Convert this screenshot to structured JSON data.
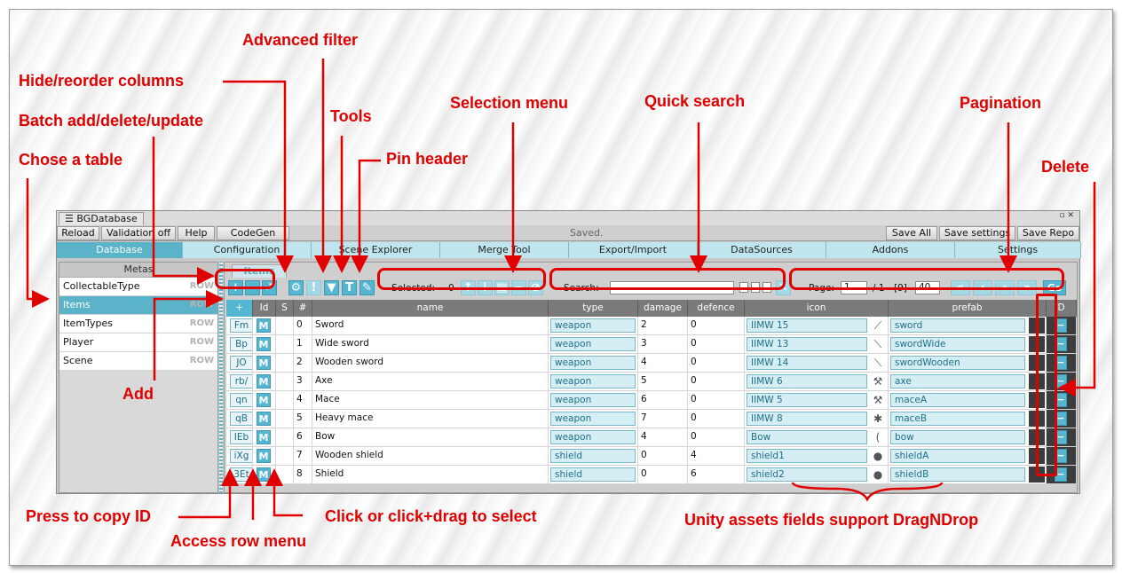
{
  "window": {
    "tab_title": "BGDatabase",
    "controls": "▫ ✕"
  },
  "toolbar": {
    "reload": "Reload",
    "validation": "Validation off",
    "help": "Help",
    "codegen": "CodeGen",
    "status": "Saved.",
    "save_all": "Save All",
    "save_settings": "Save settings",
    "save_repo": "Save Repo"
  },
  "tabs": [
    "Database",
    "Configuration",
    "Scene Explorer",
    "Merge Tool",
    "Export/Import",
    "DataSources",
    "Addons",
    "Settings"
  ],
  "metas": {
    "header": "Metas",
    "items": [
      {
        "label": "CollectableType",
        "tag": "ROW"
      },
      {
        "label": "Items",
        "tag": "ROW"
      },
      {
        "label": "ItemTypes",
        "tag": "ROW"
      },
      {
        "label": "Player",
        "tag": "ROW"
      },
      {
        "label": "Scene",
        "tag": "ROW"
      }
    ]
  },
  "table_tab": "Items",
  "selection": {
    "label": "Selected:",
    "count": "0"
  },
  "search": {
    "label": "Search:",
    "value": ""
  },
  "pagination": {
    "label": "Page:",
    "page": "1",
    "total": "/ 1",
    "count": "[9]",
    "page_size": "40",
    "go": "Go"
  },
  "columns": [
    "Id",
    "S",
    "#",
    "name",
    "type",
    "damage",
    "defence",
    "icon",
    "prefab",
    "D"
  ],
  "rows": [
    {
      "id": "Fm",
      "num": "0",
      "name": "Sword",
      "type": "weapon",
      "damage": "2",
      "defence": "0",
      "icon": "IIMW 15",
      "prefab": "sword",
      "glyph": "⟋"
    },
    {
      "id": "Bp",
      "num": "1",
      "name": "Wide sword",
      "type": "weapon",
      "damage": "3",
      "defence": "0",
      "icon": "IIMW 13",
      "prefab": "swordWide",
      "glyph": "⟍"
    },
    {
      "id": "JO",
      "num": "2",
      "name": "Wooden sword",
      "type": "weapon",
      "damage": "4",
      "defence": "0",
      "icon": "IIMW 14",
      "prefab": "swordWooden",
      "glyph": "⟍"
    },
    {
      "id": "rb/",
      "num": "3",
      "name": "Axe",
      "type": "weapon",
      "damage": "5",
      "defence": "0",
      "icon": "IIMW 6",
      "prefab": "axe",
      "glyph": "⚒"
    },
    {
      "id": "qn",
      "num": "4",
      "name": "Mace",
      "type": "weapon",
      "damage": "6",
      "defence": "0",
      "icon": "IIMW 5",
      "prefab": "maceA",
      "glyph": "⚒"
    },
    {
      "id": "qB",
      "num": "5",
      "name": "Heavy mace",
      "type": "weapon",
      "damage": "7",
      "defence": "0",
      "icon": "IIMW 8",
      "prefab": "maceB",
      "glyph": "✱"
    },
    {
      "id": "IEb",
      "num": "6",
      "name": "Bow",
      "type": "weapon",
      "damage": "4",
      "defence": "0",
      "icon": "Bow",
      "prefab": "bow",
      "glyph": "("
    },
    {
      "id": "iXg",
      "num": "7",
      "name": "Wooden shield",
      "type": "shield",
      "damage": "0",
      "defence": "4",
      "icon": "shield1",
      "prefab": "shieldA",
      "glyph": "●"
    },
    {
      "id": "3Et",
      "num": "8",
      "name": "Shield",
      "type": "shield",
      "damage": "0",
      "defence": "6",
      "icon": "shield2",
      "prefab": "shieldB",
      "glyph": "●"
    }
  ],
  "annotations": {
    "advanced_filter": "Advanced filter",
    "hide_reorder": "Hide/reorder columns",
    "batch": "Batch add/delete/update",
    "tools": "Tools",
    "selection_menu": "Selection menu",
    "quick_search": "Quick search",
    "pagination": "Pagination",
    "chose_table": "Chose a table",
    "pin_header": "Pin header",
    "delete": "Delete",
    "add": "Add",
    "copy_id": "Press to copy ID",
    "row_menu": "Access row menu",
    "click_select": "Click or click+drag to select",
    "dragndrop": "Unity assets fields support DragNDrop"
  },
  "colors": {
    "accent": "#54b6d0",
    "annotation": "#e00000",
    "header": "#7a7a7a"
  }
}
